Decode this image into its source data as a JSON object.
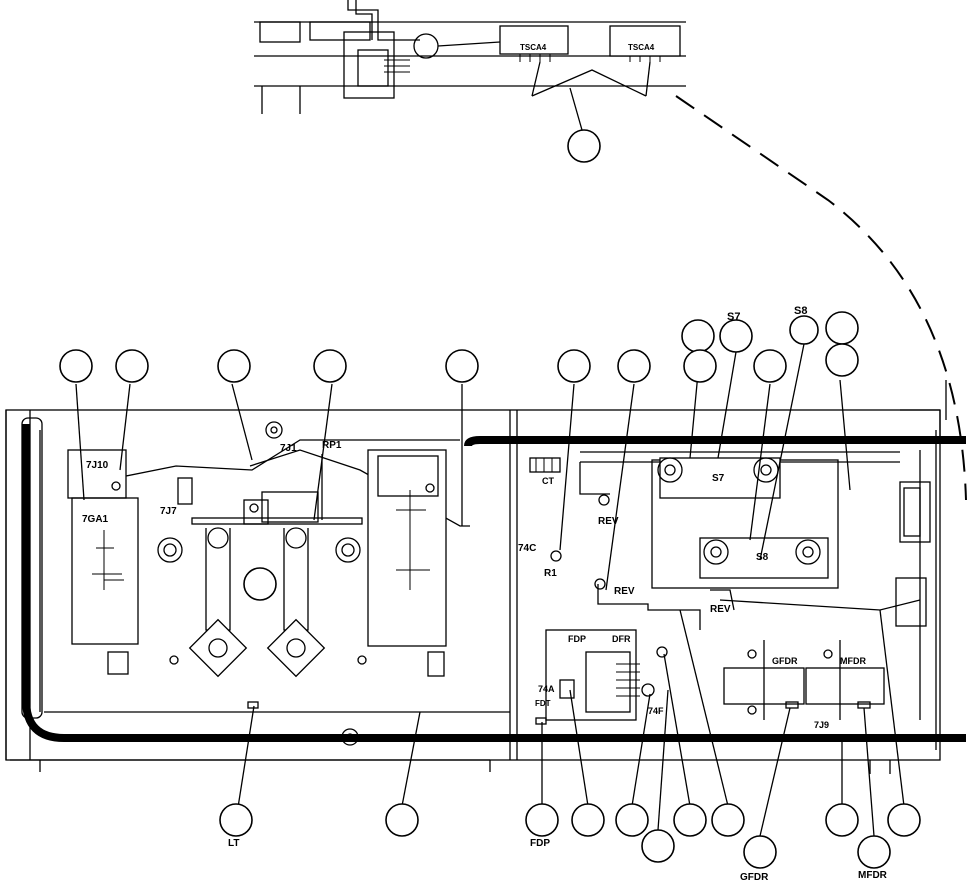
{
  "labels": {
    "tsca4_left": "TSCA4",
    "tsca4_right": "TSCA4",
    "j10": "7J10",
    "ga1": "7GA1",
    "j7": "7J7",
    "j1": "7J1",
    "rp1": "RP1",
    "ct": "CT",
    "rev1": "REV",
    "rev2": "REV",
    "rev3": "REV",
    "c74": "74C",
    "r1": "R1",
    "s7_top": "S7",
    "s8_top": "S8",
    "s7_body": "S7",
    "s8_body": "S8",
    "fdp_top": "FDP",
    "dfr": "DFR",
    "a74": "74A",
    "fdt": "FDT",
    "f74": "74F",
    "gfdr_top": "GFDR",
    "mfdr_top": "MFDR",
    "j9": "7J9",
    "lt": "LT",
    "fdp_bottom": "FDP",
    "gfdr_bottom": "GFDR",
    "mfdr_bottom": "MFDR"
  }
}
